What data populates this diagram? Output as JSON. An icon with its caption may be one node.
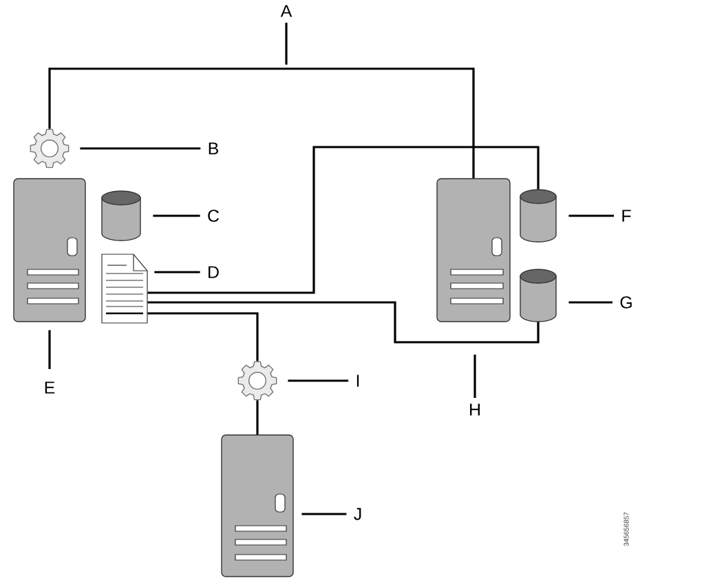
{
  "diagram": {
    "nodes": [
      {
        "text": [
          "A"
        ]
      },
      {
        "text": [],
        "shape": "gear"
      },
      {
        "text": [
          "B"
        ]
      },
      {
        "text": [],
        "shape": "server"
      },
      {
        "text": [],
        "shape": "cylinder"
      },
      {
        "text": [
          "C"
        ]
      },
      {
        "text": [],
        "shape": "document"
      },
      {
        "text": [
          "D"
        ]
      },
      {
        "text": [
          "E"
        ]
      },
      {
        "text": [],
        "shape": "server"
      },
      {
        "text": [],
        "shape": "cylinder"
      },
      {
        "text": [
          "F"
        ]
      },
      {
        "text": [],
        "shape": "cylinder"
      },
      {
        "text": [
          "G"
        ]
      },
      {
        "text": [
          "H"
        ]
      },
      {
        "text": [],
        "shape": "gear"
      },
      {
        "text": [
          "I"
        ]
      },
      {
        "text": [],
        "shape": "server"
      },
      {
        "text": [
          "J"
        ]
      }
    ],
    "edges": [
      {
        "from": 1,
        "to": 9,
        "arrow": "none"
      },
      {
        "from": 6,
        "to": 10,
        "arrow": "none"
      },
      {
        "from": 6,
        "to": 12,
        "arrow": "none"
      },
      {
        "from": 6,
        "to": 15,
        "arrow": "none"
      },
      {
        "from": 15,
        "to": 17,
        "arrow": "none"
      },
      {
        "from": 0,
        "to": null,
        "arrow": "none"
      },
      {
        "from": 2,
        "to": 1,
        "arrow": "none"
      },
      {
        "from": 5,
        "to": 4,
        "arrow": "none"
      },
      {
        "from": 7,
        "to": 6,
        "arrow": "none"
      },
      {
        "from": 8,
        "to": 3,
        "arrow": "none"
      },
      {
        "from": 11,
        "to": 10,
        "arrow": "none"
      },
      {
        "from": 13,
        "to": 12,
        "arrow": "none"
      },
      {
        "from": 14,
        "to": null,
        "arrow": "none"
      },
      {
        "from": 16,
        "to": 15,
        "arrow": "none"
      },
      {
        "from": 18,
        "to": 17,
        "arrow": "none"
      }
    ],
    "labels": [
      "345656857"
    ]
  }
}
